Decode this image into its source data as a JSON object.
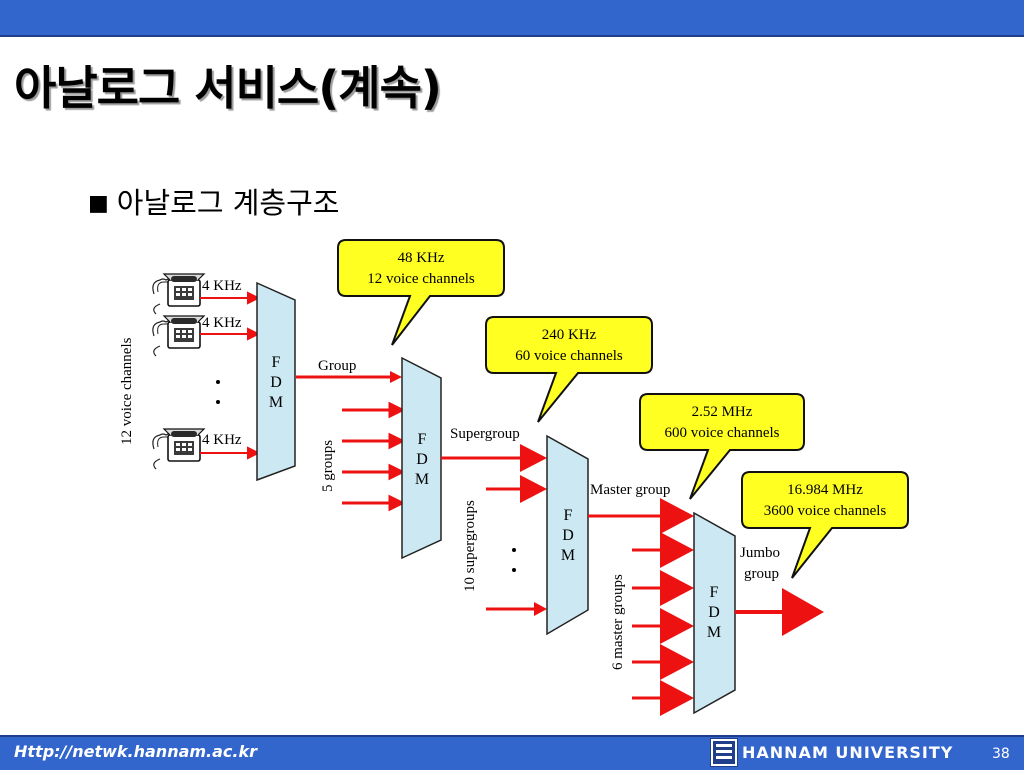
{
  "slide": {
    "title": "아날로그 서비스(계속)",
    "bullet": "아날로그 계층구조",
    "bullet_marker": "■",
    "page_number": "38"
  },
  "footer": {
    "url": "Http://netwk.hannam.ac.kr",
    "university": "HANNAM  UNIVERSITY"
  },
  "diagram": {
    "input_freq": "4 KHz",
    "side_label": "12 voice channels",
    "fdm_letters": [
      "F",
      "D",
      "M"
    ],
    "stage_labels": {
      "group": "Group",
      "supergroup": "Supergroup",
      "master_group": "Master group",
      "jumbo_1": "Jumbo",
      "jumbo_2": "group"
    },
    "input_labels": {
      "groups": "5 groups",
      "supergroups": "10 supergroups",
      "master_groups": "6 master groups"
    },
    "callouts": [
      {
        "line1": "48 KHz",
        "line2": "12 voice channels"
      },
      {
        "line1": "240 KHz",
        "line2": "60 voice channels"
      },
      {
        "line1": "2.52 MHz",
        "line2": "600 voice channels"
      },
      {
        "line1": "16.984 MHz",
        "line2": "3600 voice channels"
      }
    ],
    "colors": {
      "arrow": "#ee1111",
      "fdm_fill": "#cce8f2",
      "callout_fill": "#ffff22",
      "bar": "#3366cc"
    }
  }
}
